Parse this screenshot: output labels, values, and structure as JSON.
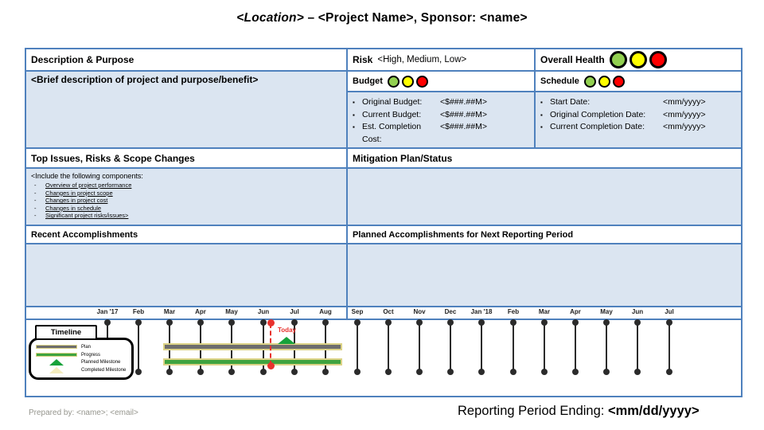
{
  "title": {
    "location": "<Location>",
    "remainder": " – <Project Name>, Sponsor: <name>"
  },
  "cells": {
    "description_header": "Description & Purpose",
    "risk_label": "Risk",
    "risk_value": "<High, Medium, Low>",
    "overall_health_label": "Overall Health",
    "brief_description": "<Brief description of project and purpose/benefit>",
    "budget_label": "Budget",
    "schedule_label": "Schedule",
    "budget_items": [
      {
        "label": "Original Budget:",
        "value": "<$###.##M>"
      },
      {
        "label": "Current Budget:",
        "value": "<$###.##M>"
      },
      {
        "label": "Est. Completion Cost:",
        "value": "<$###.##M>"
      }
    ],
    "schedule_items": [
      {
        "label": "Start Date:",
        "value": "<mm/yyyy>"
      },
      {
        "label": "Original Completion Date:",
        "value": "<mm/yyyy>"
      },
      {
        "label": "Current Completion Date:",
        "value": "<mm/yyyy>"
      }
    ],
    "issues_header": "Top Issues, Risks & Scope Changes",
    "mitigation_header": "Mitigation Plan/Status",
    "include_intro": "<Include the following components:",
    "include_items": [
      "Overview of project performance",
      "Changes in project scope",
      "Changes in project cost",
      "Changes in schedule",
      "Significant project risks/issues>"
    ],
    "recent_header": "Recent Accomplishments",
    "planned_header": "Planned Accomplishments for Next Reporting Period"
  },
  "timeline": {
    "label": "Timeline",
    "months": [
      "Jan '17",
      "Feb",
      "Mar",
      "Apr",
      "May",
      "Jun",
      "Jul",
      "Aug",
      "Sep",
      "Oct",
      "Nov",
      "Dec",
      "Jan '18",
      "Feb",
      "Mar",
      "Apr",
      "May",
      "Jun",
      "Jul"
    ],
    "today_label": "Today",
    "legend": [
      {
        "swatch": "plan-bar",
        "label": "Plan"
      },
      {
        "swatch": "progress-bar",
        "label": "Progress"
      },
      {
        "swatch": "planned-milestone",
        "label": "Planned Milestone"
      },
      {
        "swatch": "completed-milestone",
        "label": "Completed Milestone"
      }
    ]
  },
  "footer": {
    "prepared_by": "Prepared by: <name>; <email>",
    "reporting_label": "Reporting Period Ending: ",
    "reporting_value": "<mm/dd/yyyy>"
  },
  "colors": {
    "table_border": "#4f81bd",
    "cell_fill_blue": "#dbe5f1",
    "status_green": "#92d050",
    "status_yellow": "#ffff00",
    "status_red": "#ff0000",
    "plan_bar_gray": "#6d6d6d",
    "progress_bar_green": "#3fa33f",
    "bar_border_khaki": "#dcd387",
    "milestone_green": "#17a23b",
    "milestone_cream": "#f3ecbe",
    "today_red": "#e8322e"
  }
}
